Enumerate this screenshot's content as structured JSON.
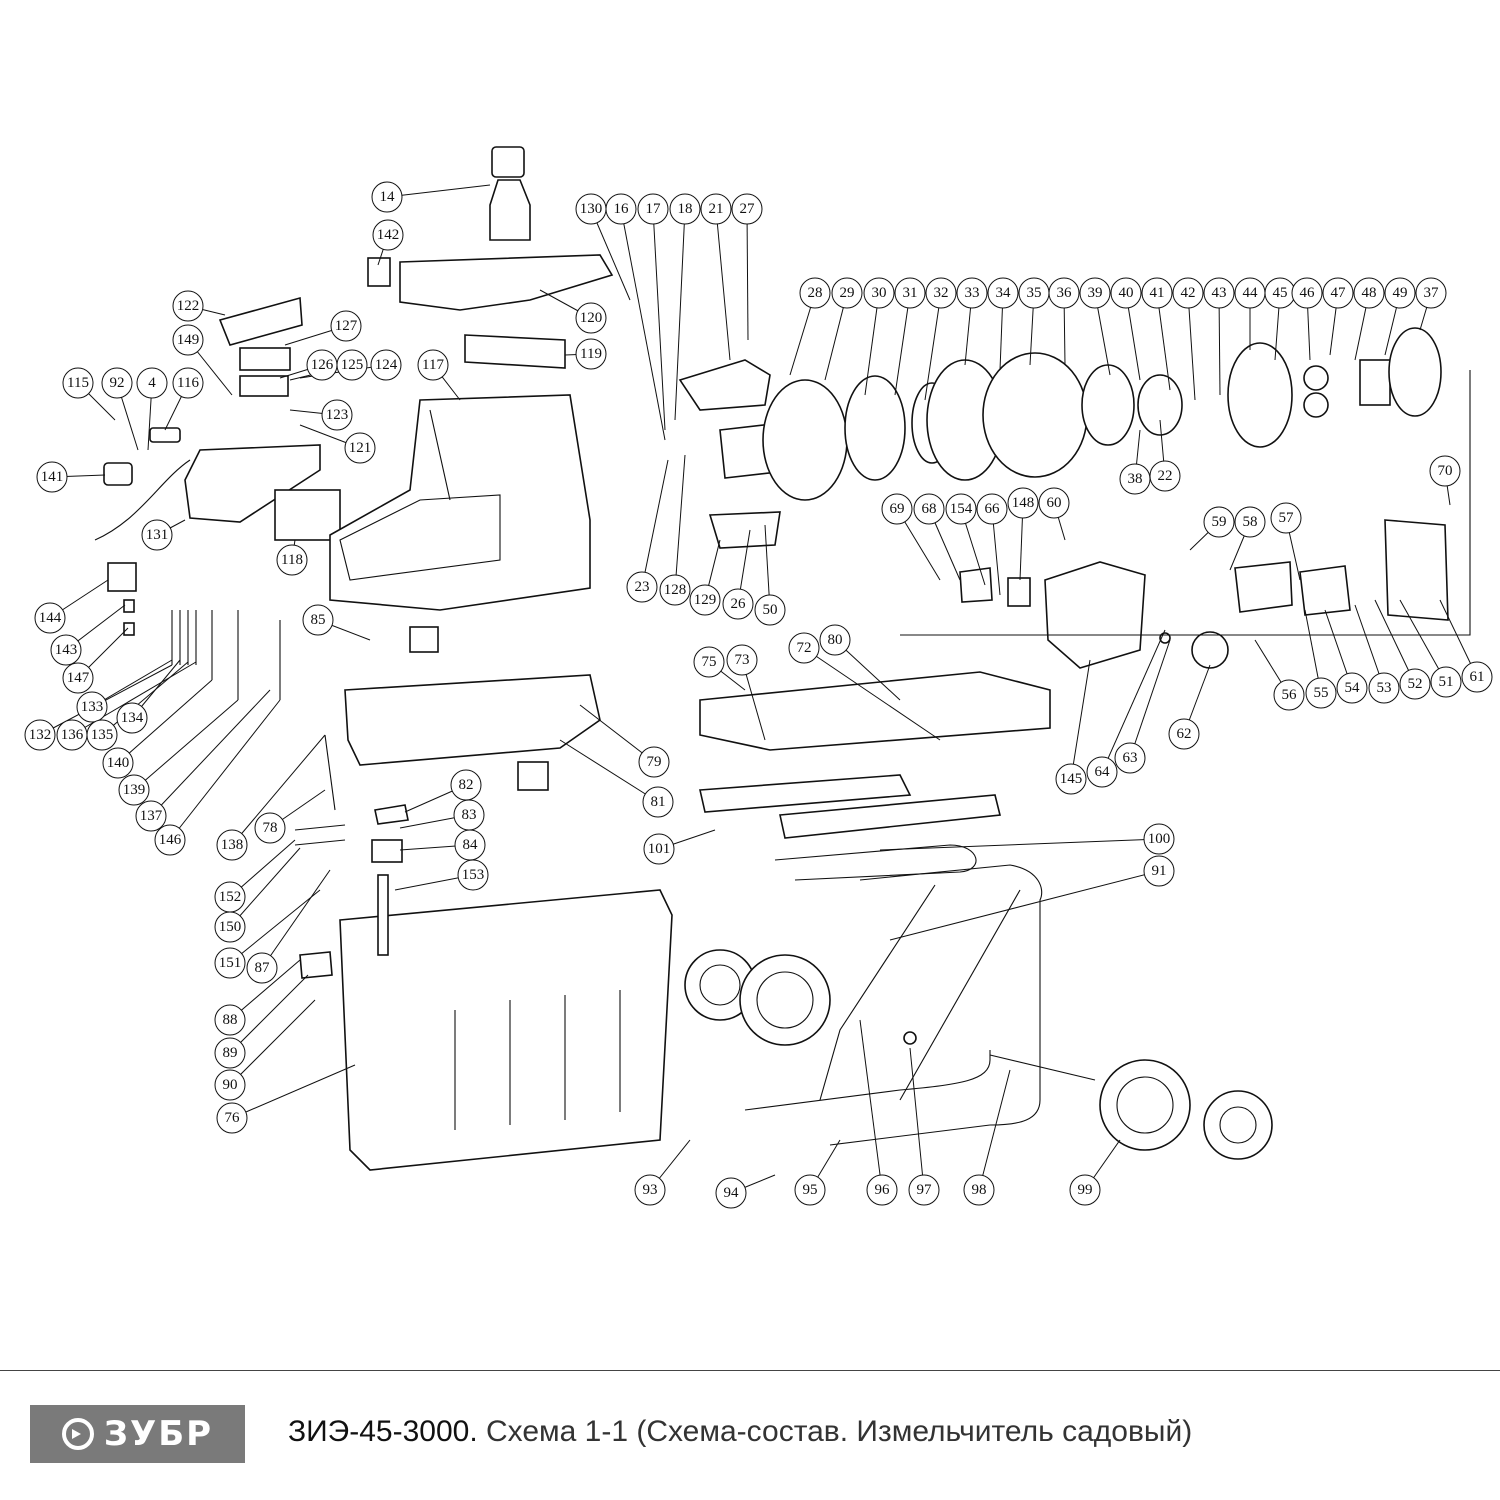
{
  "diagram": {
    "callouts": [
      "14",
      "142",
      "122",
      "127",
      "149",
      "126",
      "125",
      "124",
      "123",
      "121",
      "115",
      "92",
      "4",
      "116",
      "141",
      "131",
      "118",
      "117",
      "120",
      "119",
      "130",
      "16",
      "17",
      "18",
      "21",
      "27",
      "28",
      "29",
      "30",
      "31",
      "32",
      "33",
      "34",
      "35",
      "36",
      "39",
      "40",
      "41",
      "42",
      "43",
      "44",
      "45",
      "46",
      "47",
      "48",
      "49",
      "37",
      "38",
      "22",
      "23",
      "128",
      "129",
      "26",
      "50",
      "70",
      "69",
      "68",
      "154",
      "66",
      "148",
      "60",
      "59",
      "58",
      "57",
      "56",
      "55",
      "54",
      "53",
      "52",
      "51",
      "61",
      "62",
      "63",
      "64",
      "145",
      "144",
      "143",
      "147",
      "133",
      "134",
      "135",
      "136",
      "132",
      "140",
      "139",
      "137",
      "146",
      "85",
      "138",
      "78",
      "79",
      "81",
      "82",
      "83",
      "84",
      "153",
      "152",
      "150",
      "151",
      "87",
      "88",
      "89",
      "90",
      "76",
      "75",
      "73",
      "72",
      "80",
      "101",
      "100",
      "91",
      "93",
      "94",
      "95",
      "96",
      "97",
      "98",
      "99"
    ]
  },
  "footer": {
    "brand": "ЗУБР",
    "model": "ЗИЭ-45-3000.",
    "description": "Схема 1-1 (Схема-состав. Измельчитель садовый)"
  }
}
